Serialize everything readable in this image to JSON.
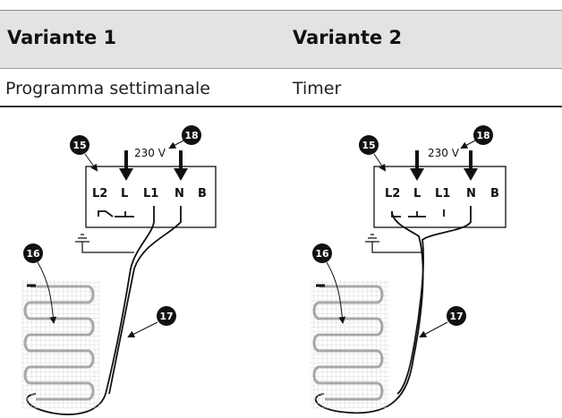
{
  "table": {
    "headers": [
      "Variante 1",
      "Variante 2"
    ],
    "subtitles": [
      "Programma settimanale",
      "Timer"
    ]
  },
  "diagram": {
    "terminals": [
      "L2",
      "L",
      "L1",
      "N",
      "B"
    ],
    "voltage": "230 V",
    "callouts": {
      "controller": "15",
      "heating_mat": "16",
      "cold_lead": "17",
      "supply": "18"
    }
  },
  "colors": {
    "header_bg": "#e3e3e3",
    "line": "#111111",
    "grid": "#cfcfcf",
    "cable": "#a8a8a8"
  }
}
